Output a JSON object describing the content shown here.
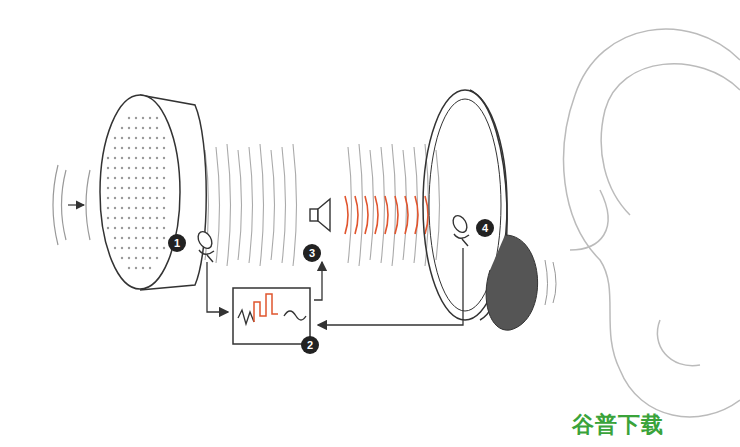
{
  "diagram": {
    "labels": [
      "1",
      "2",
      "3",
      "4",
      "谷普下载"
    ]
  }
}
